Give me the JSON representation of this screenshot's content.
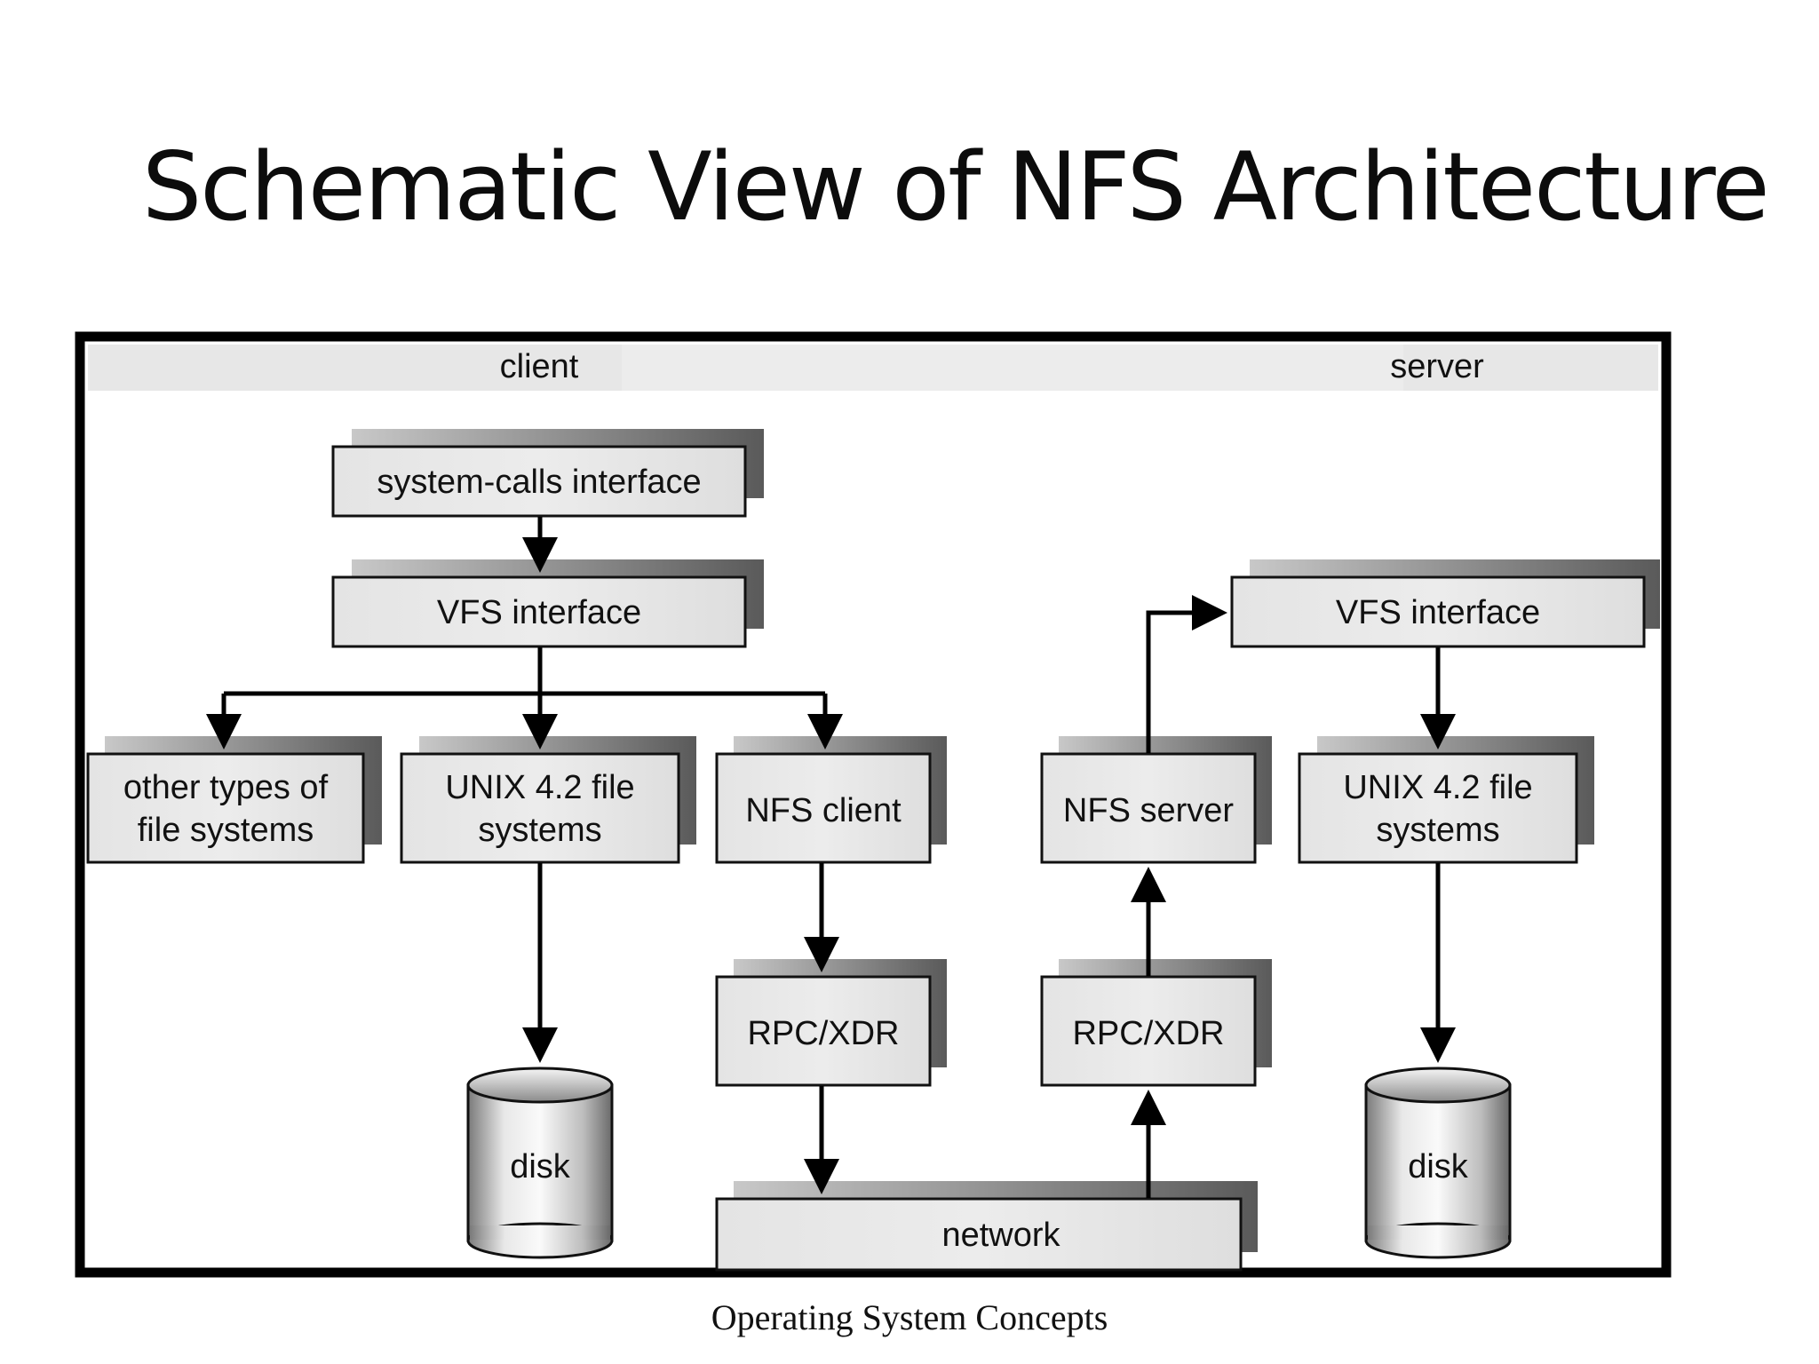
{
  "slide": {
    "title": "Schematic View of NFS Architecture",
    "footer": "Operating System Concepts"
  },
  "diagram": {
    "regions": {
      "client": "client",
      "server": "server"
    },
    "client_nodes": {
      "syscalls": "system-calls interface",
      "vfs": "VFS interface",
      "other_fs_line1": "other types of",
      "other_fs_line2": "file systems",
      "unix_fs_line1": "UNIX 4.2 file",
      "unix_fs_line2": "systems",
      "nfs_client": "NFS client",
      "rpc": "RPC/XDR",
      "disk": "disk"
    },
    "server_nodes": {
      "vfs": "VFS interface",
      "nfs_server": "NFS server",
      "unix_fs_line1": "UNIX 4.2 file",
      "unix_fs_line2": "systems",
      "rpc": "RPC/XDR",
      "disk": "disk"
    },
    "shared_nodes": {
      "network": "network"
    },
    "colors": {
      "box_fill": "#e8e8e8",
      "box_stroke": "#111111",
      "shadow": "#7a7a7a",
      "header_band": "#e6e6e6",
      "frame": "#000000"
    }
  }
}
